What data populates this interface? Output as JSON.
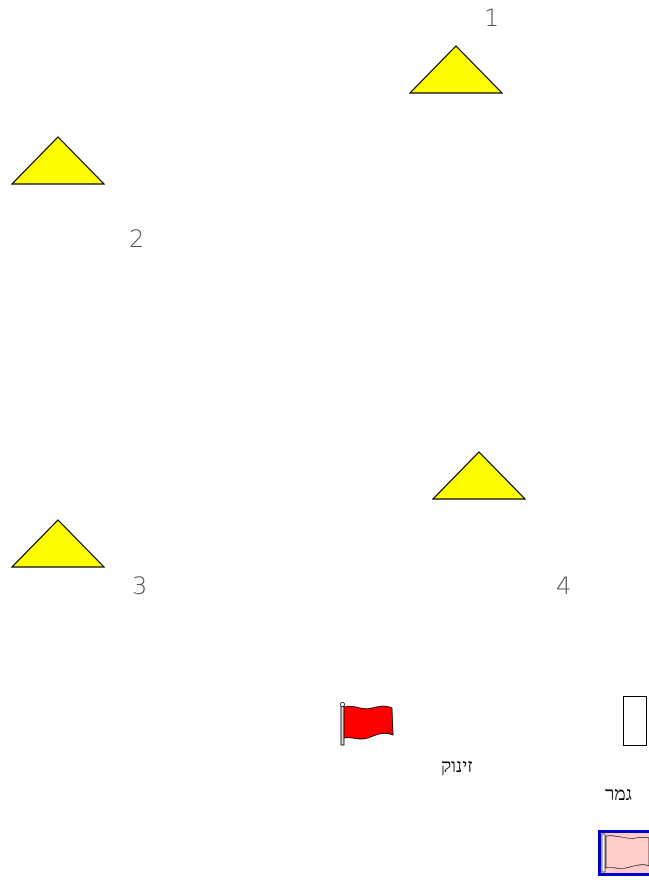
{
  "colors": {
    "cone_fill": "#ffff00",
    "cone_stroke": "#000000",
    "start_flag": "#ff0000",
    "finish_flag_fill": "#ffcccc",
    "finish_flag_border": "#0000cc"
  },
  "cones": [
    {
      "label": "1"
    },
    {
      "label": "2"
    },
    {
      "label": "3"
    },
    {
      "label": "4"
    }
  ],
  "start": {
    "label": "זינוק",
    "icon": "red-flag-icon"
  },
  "finish": {
    "label": "גמר",
    "icon": "pink-flag-icon"
  }
}
